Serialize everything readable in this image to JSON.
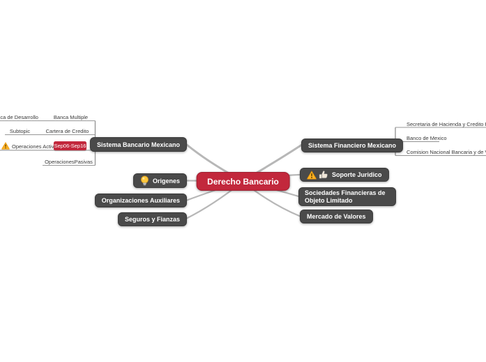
{
  "center": {
    "label": "Derecho Bancario"
  },
  "colors": {
    "accent_red": "#c2283c",
    "node_dark": "#4a4a4a",
    "wire_gray": "#b7b7b7",
    "warning_yellow": "#ffb123",
    "bulb_yellow": "#ffc83d"
  },
  "left": {
    "sistema_bancario": {
      "label": "Sistema Bancario Mexicano",
      "rows": [
        {
          "child": "Banca de Desarrollo",
          "label": "Banca Multiple"
        },
        {
          "child": "Subtopic",
          "label": "Cartera de Credito"
        },
        {
          "child": "Operaciones Activas",
          "badge": "Sep06-Sep16",
          "icons": [
            "warning-icon"
          ]
        },
        {
          "label": "OperacionesPasivas"
        }
      ]
    },
    "origenes": {
      "label": "Origenes",
      "icons": [
        "lightbulb-icon"
      ]
    },
    "organizaciones_auxiliares": {
      "label": "Organizaciones Auxiliares"
    },
    "seguros_y_fianzas": {
      "label": "Seguros y Fianzas"
    }
  },
  "right": {
    "sistema_financiero": {
      "label": "Sistema Financiero Mexicano",
      "children": [
        "Secretaria de Hacienda y Credito Publico",
        "Banco de Mexico",
        "Comision Nacional Bancaria y de Valores"
      ]
    },
    "soporte_juridico": {
      "label": "Soporte Juridico",
      "icons": [
        "warning-icon",
        "thumbs-up-icon"
      ]
    },
    "sociedades_financieras": {
      "label": "Sociedades Financieras de Objeto Limitado"
    },
    "mercado_de_valores": {
      "label": "Mercado de Valores"
    }
  }
}
